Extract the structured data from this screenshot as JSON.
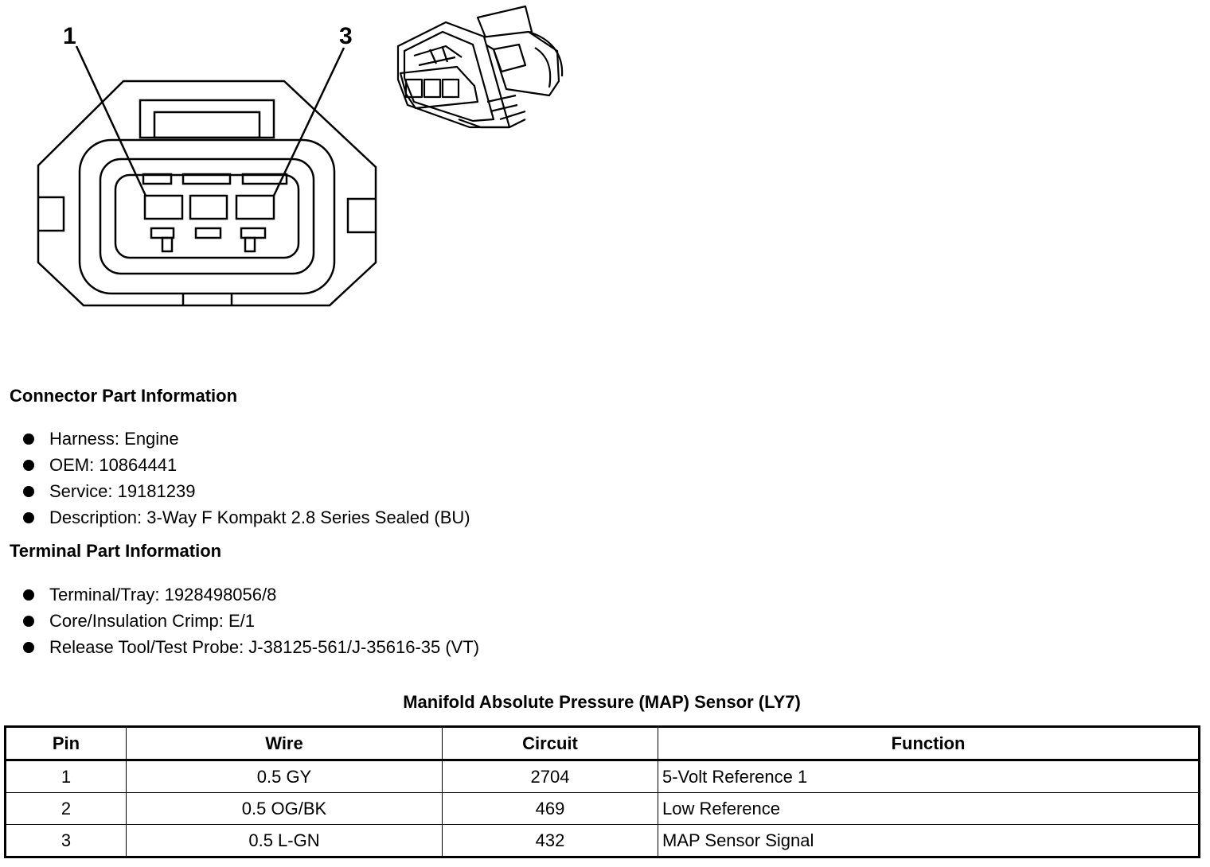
{
  "diagram": {
    "pin_callouts": [
      "1",
      "3"
    ],
    "front_view_icon": "connector-front-view",
    "isometric_icon": "connector-isometric-view"
  },
  "connector_info": {
    "heading": "Connector Part Information",
    "items": [
      "Harness: Engine",
      "OEM: 10864441",
      "Service: 19181239",
      "Description: 3-Way F Kompakt 2.8 Series Sealed (BU)"
    ]
  },
  "terminal_info": {
    "heading": "Terminal Part Information",
    "items": [
      "Terminal/Tray: 1928498056/8",
      "Core/Insulation Crimp: E/1",
      "Release Tool/Test Probe: J-38125-561/J-35616-35 (VT)"
    ]
  },
  "pinout_table": {
    "title": "Manifold Absolute Pressure (MAP) Sensor (LY7)",
    "headers": [
      "Pin",
      "Wire",
      "Circuit",
      "Function"
    ],
    "rows": [
      [
        "1",
        "0.5 GY",
        "2704",
        "5-Volt Reference 1"
      ],
      [
        "2",
        "0.5 OG/BK",
        "469",
        "Low Reference"
      ],
      [
        "3",
        "0.5 L-GN",
        "432",
        "MAP Sensor Signal"
      ]
    ]
  }
}
